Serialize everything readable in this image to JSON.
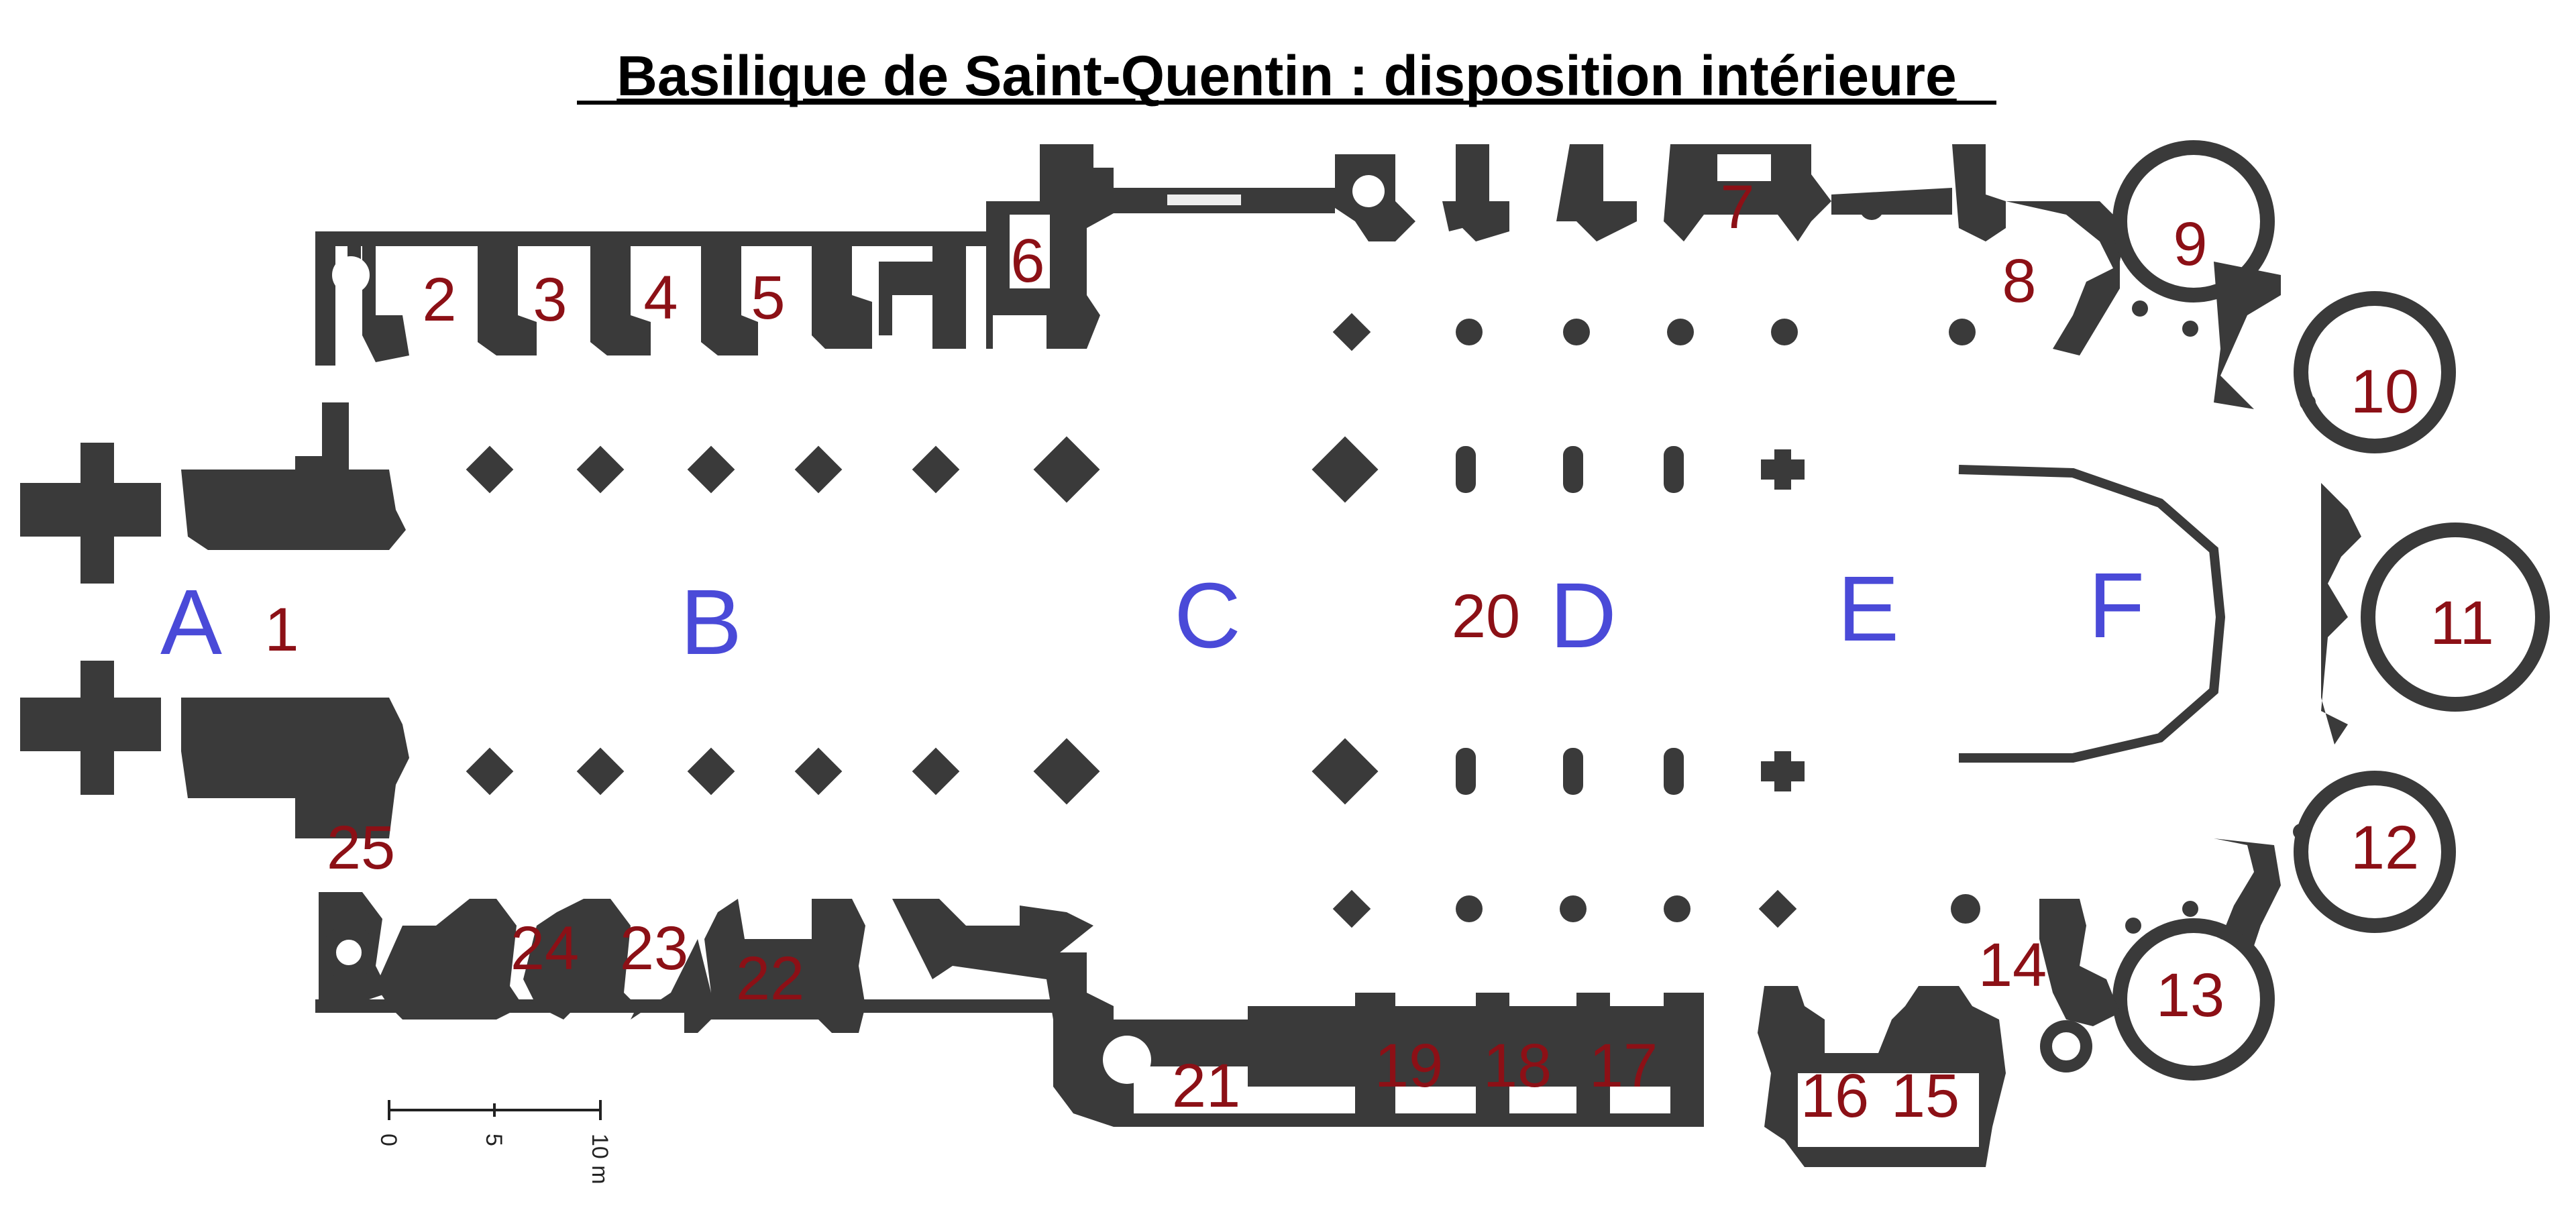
{
  "title": "Basilique de Saint-Quentin : disposition intérieure",
  "zones": [
    "A",
    "B",
    "C",
    "D",
    "E",
    "F"
  ],
  "chapels": [
    "1",
    "2",
    "3",
    "4",
    "5",
    "6",
    "7",
    "8",
    "9",
    "10",
    "11",
    "12",
    "13",
    "14",
    "15",
    "16",
    "17",
    "18",
    "19",
    "20",
    "21",
    "22",
    "23",
    "24",
    "25"
  ],
  "scale": {
    "labels": [
      "0",
      "5",
      "10 m"
    ]
  },
  "colors": {
    "walls": "#3a3a3a",
    "zones": "#4a4ad8",
    "numbers": "#8c1016"
  }
}
